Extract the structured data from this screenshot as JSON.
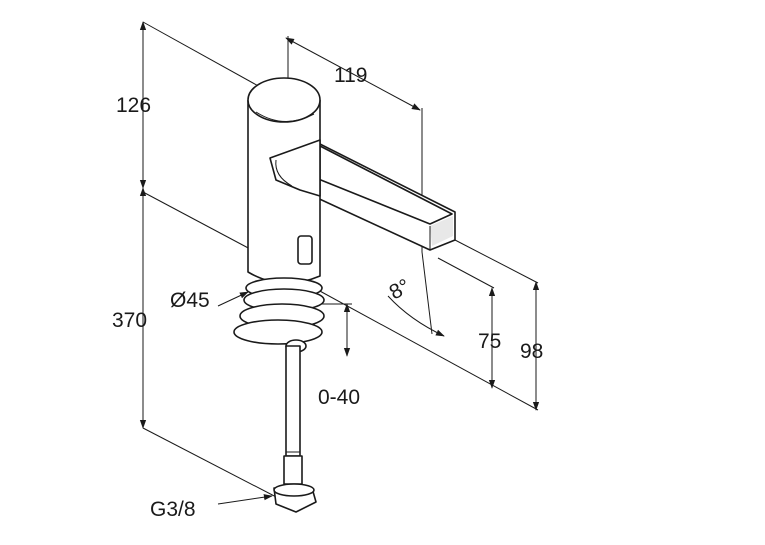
{
  "dimensions": {
    "top_height": "126",
    "total_height": "370",
    "diameter": "Ø45",
    "spout_length": "119",
    "angle": "8°",
    "adjust_range": "0-40",
    "outlet_height": "75",
    "spout_height": "98",
    "thread": "G3/8"
  },
  "colors": {
    "line": "#1a1a1a",
    "background": "#ffffff"
  }
}
